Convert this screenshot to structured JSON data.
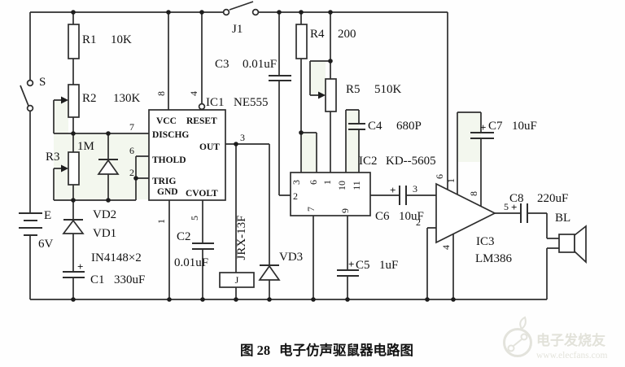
{
  "figure": {
    "caption_no": "图 28",
    "caption_title": "电子仿声驱鼠器电路图"
  },
  "watermark": {
    "brand": "电子发烧友",
    "site": "www.elecfans.com"
  },
  "symbols": {
    "plus": "+"
  },
  "components": {
    "r1": {
      "ref": "R1",
      "value": "10K"
    },
    "r2": {
      "ref": "R2",
      "value": "130K"
    },
    "r3": {
      "ref": "R3",
      "value": "1M"
    },
    "r4": {
      "ref": "R4",
      "value": "200"
    },
    "r5": {
      "ref": "R5",
      "value": "510K"
    },
    "c1": {
      "ref": "C1",
      "value": "330uF"
    },
    "c2": {
      "ref": "C2",
      "value": "0.01uF"
    },
    "c3": {
      "ref": "C3",
      "value": "0.01uF"
    },
    "c4": {
      "ref": "C4",
      "value": "680P"
    },
    "c5": {
      "ref": "C5",
      "value": "1uF"
    },
    "c6": {
      "ref": "C6",
      "value": "10uF"
    },
    "c7": {
      "ref": "C7",
      "value": "10uF"
    },
    "c8": {
      "ref": "C8",
      "value": "220uF"
    },
    "vd1": {
      "ref": "VD1"
    },
    "vd2": {
      "ref": "VD2"
    },
    "vd3": {
      "ref": "VD3"
    },
    "diodes_note": "IN4148×2",
    "battery": {
      "ref": "E",
      "value": "6V"
    },
    "switch_s": {
      "ref": "S"
    },
    "switch_j1": {
      "ref": "J1"
    },
    "relay": {
      "ref": "JRX-13F",
      "coil": "J"
    },
    "speaker": {
      "ref": "BL"
    },
    "ic1": {
      "ref": "IC1",
      "type": "NE555"
    },
    "ic2": {
      "ref": "IC2",
      "type": "KD--5605"
    },
    "ic3": {
      "ref": "IC3",
      "type": "LM386"
    }
  },
  "ic1_pins": {
    "vcc": "VCC",
    "reset": "RESET",
    "dischg": "DISCHG",
    "thold": "THOLD",
    "trig": "TRIG",
    "gnd": "GND",
    "cvolt": "CVOLT",
    "out": "OUT",
    "n8": "8",
    "n4": "4",
    "n7": "7",
    "n6": "6",
    "n2": "2",
    "n3": "3",
    "n1": "1",
    "n5": "5"
  },
  "ic2_pins": {
    "n3": "3",
    "n6": "6",
    "n1": "1",
    "n10": "10",
    "n11": "11",
    "n2": "2",
    "n7": "7",
    "n9": "9"
  },
  "ic3_pins": {
    "n6": "6",
    "n1": "1",
    "n8": "8",
    "n3": "3",
    "n2": "2",
    "n4": "4",
    "n5": "5"
  }
}
